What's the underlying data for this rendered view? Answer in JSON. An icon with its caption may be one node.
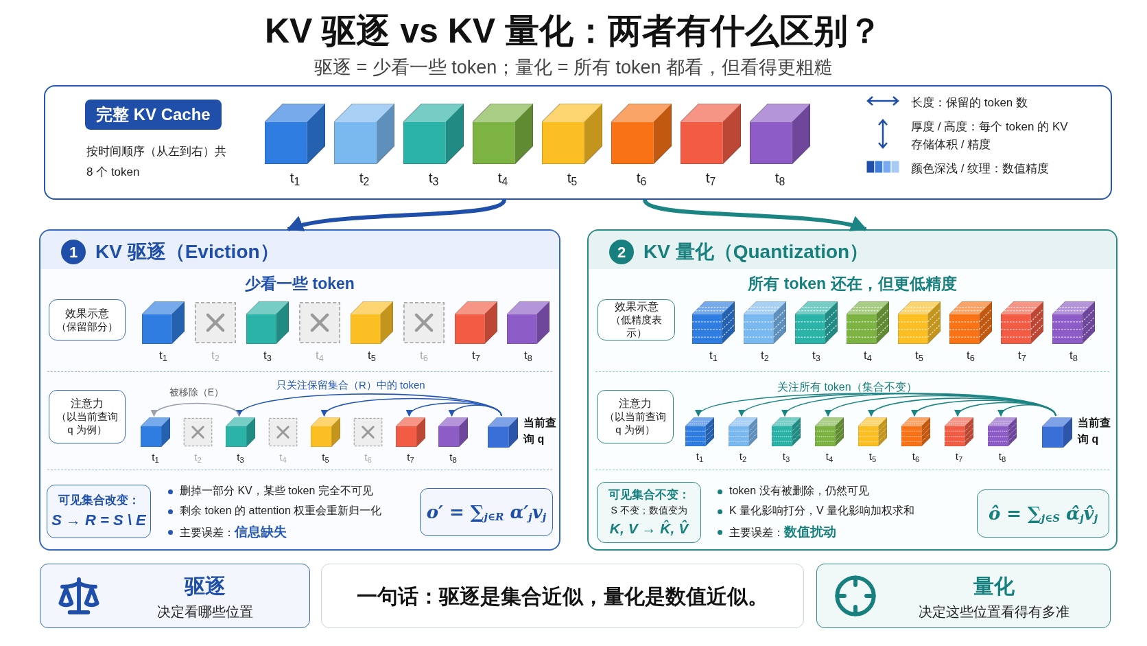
{
  "diagram": {
    "title": "KV 驱逐 vs KV 量化：两者有什么区别？",
    "nodes": [
      {
        "text": [
          "完整 KV Cache",
          "按时间顺序（从左到右）共 8 个 token"
        ]
      },
      {
        "text": [],
        "shape": "cube",
        "in": 0,
        "beside": [
          "t$_{1}$"
        ]
      },
      {
        "text": [],
        "shape": "cube",
        "in": 0,
        "beside": [
          "t$_{2}$"
        ]
      },
      {
        "text": [],
        "shape": "cube",
        "in": 0,
        "beside": [
          "t$_{3}$"
        ]
      },
      {
        "text": [],
        "shape": "cube",
        "in": 0,
        "beside": [
          "t$_{4}$"
        ]
      },
      {
        "text": [],
        "shape": "cube",
        "in": 0,
        "beside": [
          "t$_{5}$"
        ]
      },
      {
        "text": [],
        "shape": "cube",
        "in": 0,
        "beside": [
          "t$_{6}$"
        ]
      },
      {
        "text": [],
        "shape": "cube",
        "in": 0,
        "beside": [
          "t$_{7}$"
        ]
      },
      {
        "text": [],
        "shape": "cube",
        "in": 0,
        "beside": [
          "t$_{8}$"
        ]
      },
      {
        "text": [
          "1",
          "KV 驱逐（Eviction）",
          "少看一些 token"
        ]
      },
      {
        "text": [
          "效果示意",
          "（保留部分）"
        ],
        "in": 9
      },
      {
        "text": [],
        "shape": "cube",
        "in": 9,
        "beside": [
          "t$_{1}$"
        ]
      },
      {
        "text": [],
        "shape": "box",
        "in": 9,
        "beside": [
          "t$_{2}$"
        ]
      },
      {
        "text": [],
        "shape": "cube",
        "in": 9,
        "beside": [
          "t$_{3}$"
        ]
      },
      {
        "text": [],
        "shape": "box",
        "in": 9,
        "beside": [
          "t$_{4}$"
        ]
      },
      {
        "text": [],
        "shape": "cube",
        "in": 9,
        "beside": [
          "t$_{5}$"
        ]
      },
      {
        "text": [],
        "shape": "box",
        "in": 9,
        "beside": [
          "t$_{6}$"
        ]
      },
      {
        "text": [],
        "shape": "cube",
        "in": 9,
        "beside": [
          "t$_{7}$"
        ]
      },
      {
        "text": [],
        "shape": "cube",
        "in": 9,
        "beside": [
          "t$_{8}$"
        ]
      },
      {
        "text": [
          "注意力",
          "（以当前查询 q 为例）"
        ],
        "in": 9
      },
      {
        "text": [],
        "shape": "cube",
        "in": 9,
        "beside": [
          "t$_{1}$"
        ]
      },
      {
        "text": [],
        "shape": "box",
        "in": 9,
        "beside": [
          "t$_{2}$"
        ]
      },
      {
        "text": [],
        "shape": "cube",
        "in": 9,
        "beside": [
          "t$_{3}$"
        ]
      },
      {
        "text": [],
        "shape": "box",
        "in": 9,
        "beside": [
          "t$_{4}$"
        ]
      },
      {
        "text": [],
        "shape": "cube",
        "in": 9,
        "beside": [
          "t$_{5}$"
        ]
      },
      {
        "text": [],
        "shape": "box",
        "in": 9,
        "beside": [
          "t$_{6}$"
        ]
      },
      {
        "text": [],
        "shape": "cube",
        "in": 9,
        "beside": [
          "t$_{7}$"
        ]
      },
      {
        "text": [],
        "shape": "cube",
        "in": 9,
        "beside": [
          "t$_{8}$"
        ]
      },
      {
        "text": [],
        "shape": "cube",
        "in": 9,
        "beside": [
          "当前查询 q"
        ]
      },
      {
        "text": [
          "可见集合改变：",
          "S → R = S \\ E"
        ],
        "in": 9
      },
      {
        "text": [
          "o′ = ∑$_{j∈R}$ α′$_{j}$v$_{j}$"
        ],
        "in": 9
      },
      {
        "text": [
          "2",
          "KV 量化（Quantization）",
          "所有 token 还在，但更低精度"
        ]
      },
      {
        "text": [
          "效果示意",
          "（低精度表示）"
        ],
        "in": 31
      },
      {
        "text": [],
        "shape": "cube",
        "in": 31,
        "beside": [
          "t$_{1}$"
        ]
      },
      {
        "text": [],
        "shape": "cube",
        "in": 31,
        "beside": [
          "t$_{2}$"
        ]
      },
      {
        "text": [],
        "shape": "cube",
        "in": 31,
        "beside": [
          "t$_{3}$"
        ]
      },
      {
        "text": [],
        "shape": "cube",
        "in": 31,
        "beside": [
          "t$_{4}$"
        ]
      },
      {
        "text": [],
        "shape": "cube",
        "in": 31,
        "beside": [
          "t$_{5}$"
        ]
      },
      {
        "text": [],
        "shape": "cube",
        "in": 31,
        "beside": [
          "t$_{6}$"
        ]
      },
      {
        "text": [],
        "shape": "cube",
        "in": 31,
        "beside": [
          "t$_{7}$"
        ]
      },
      {
        "text": [],
        "shape": "cube",
        "in": 31,
        "beside": [
          "t$_{8}$"
        ]
      },
      {
        "text": [
          "注意力",
          "（以当前查询 q 为例）"
        ],
        "in": 31
      },
      {
        "text": [],
        "shape": "cube",
        "in": 31,
        "beside": [
          "t$_{1}$"
        ]
      },
      {
        "text": [],
        "shape": "cube",
        "in": 31,
        "beside": [
          "t$_{2}$"
        ]
      },
      {
        "text": [],
        "shape": "cube",
        "in": 31,
        "beside": [
          "t$_{3}$"
        ]
      },
      {
        "text": [],
        "shape": "cube",
        "in": 31,
        "beside": [
          "t$_{4}$"
        ]
      },
      {
        "text": [],
        "shape": "cube",
        "in": 31,
        "beside": [
          "t$_{5}$"
        ]
      },
      {
        "text": [],
        "shape": "cube",
        "in": 31,
        "beside": [
          "t$_{6}$"
        ]
      },
      {
        "text": [],
        "shape": "cube",
        "in": 31,
        "beside": [
          "t$_{7}$"
        ]
      },
      {
        "text": [],
        "shape": "cube",
        "in": 31,
        "beside": [
          "t$_{8}$"
        ]
      },
      {
        "text": [],
        "shape": "cube",
        "in": 31,
        "beside": [
          "当前查询 q"
        ]
      },
      {
        "text": [
          "可见集合不变：",
          "S 不变；数值变为",
          "K, V → K̂, V̂"
        ],
        "in": 31
      },
      {
        "text": [
          "ô = ∑$_{j∈S}$ α̂$_{j}$v̂$_{j}$"
        ],
        "in": 31
      },
      {
        "text": [
          "驱逐",
          "决定看哪些位置"
        ]
      },
      {
        "text": [
          "一句话：驱逐是集合近似，量化是数值近似。"
        ]
      },
      {
        "text": [
          "量化",
          "决定这些位置看得有多准"
        ]
      }
    ],
    "edges": [
      {
        "from": 0,
        "to": 9,
        "arrow": "to",
        "style": "thick",
        "color": "#1f4fa8"
      },
      {
        "from": 0,
        "to": 31,
        "arrow": "to",
        "style": "thick"
      },
      {
        "from": 28,
        "to": 22,
        "arrow": "to",
        "color": "#2457b5"
      },
      {
        "from": 28,
        "to": 24,
        "arrow": "to",
        "color": "#2457b5"
      },
      {
        "from": 28,
        "to": 26,
        "arrow": "to",
        "color": "#2457b5"
      },
      {
        "from": 28,
        "to": 27,
        "arrow": "to",
        "color": "#2457b5"
      },
      {
        "from": 22,
        "to": 20,
        "arrow": "to",
        "label": "被移除（E）",
        "color": "#9ca3af"
      },
      {
        "from": 50,
        "to": 42,
        "arrow": "to"
      },
      {
        "from": 50,
        "to": 43,
        "arrow": "to"
      },
      {
        "from": 50,
        "to": 44,
        "arrow": "to"
      },
      {
        "from": 50,
        "to": 45,
        "arrow": "to"
      },
      {
        "from": 50,
        "to": 46,
        "arrow": "to"
      },
      {
        "from": 50,
        "to": 47,
        "arrow": "to"
      },
      {
        "from": 50,
        "to": 48,
        "arrow": "to"
      },
      {
        "from": 50,
        "to": 49,
        "arrow": "to"
      }
    ],
    "labels": [
      "驱逐 = 少看一些 token；量化 = 所有 token 都看，但看得更粗糙",
      "只关注保留集合（R）中的 token",
      "删掉一部分 KV，某些 token 完全不可见",
      "剩余 token 的 attention 权重会重新归一化",
      "主要误差：**信息缺失**",
      "关注所有 token（集合不变）",
      "token 没有被删除，仍然可见",
      "K 量化影响打分，V 量化影响加权求和",
      "主要误差：**数值扰动**"
    ],
    "legend": [
      {
        "text": "长度：保留的 token 数"
      },
      {
        "text": "厚度 / 高度：每个 token 的 KV 存储体积 / 精度"
      },
      {
        "text": "颜色深浅 / 纹理：数值精度"
      }
    ]
  }
}
